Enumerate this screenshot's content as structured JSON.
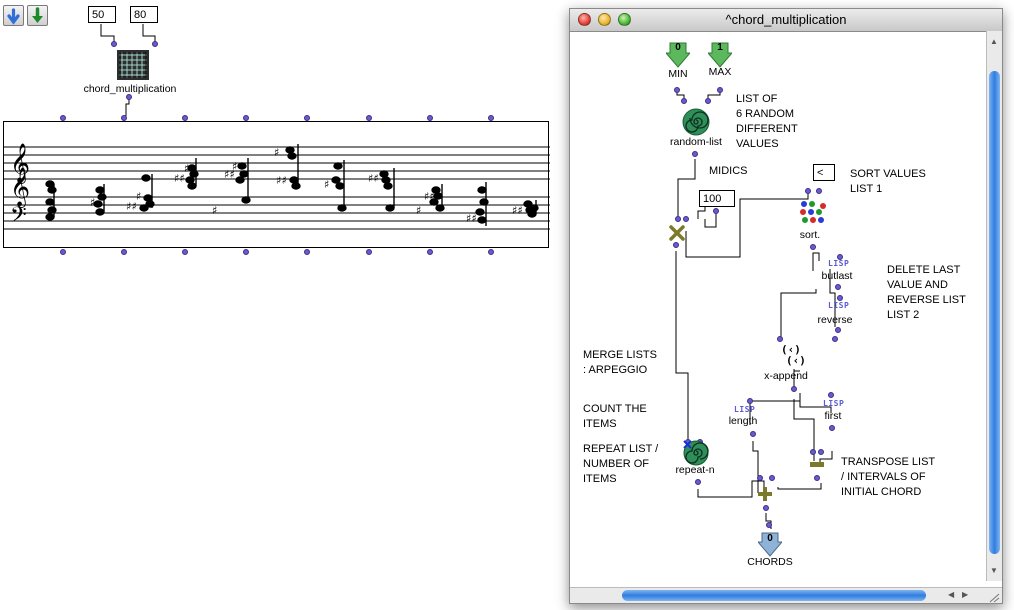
{
  "toolbar": {
    "up_icon": "blue-up-arrow-icon",
    "down_icon": "green-down-arrow-icon"
  },
  "main_patch": {
    "input_a": "50",
    "input_b": "80",
    "box_label": "chord_multiplication"
  },
  "window": {
    "title": "^chord_multiplication",
    "min_value": "0",
    "min_label": "MIN",
    "max_value": "1",
    "max_label": "MAX",
    "random_list_label": "random-list",
    "random_comment": "LIST OF\n6 RANDOM\nDIFFERENT\nVALUES",
    "midics_comment": "MIDICS",
    "mult_value": "100",
    "sort_operator": "<",
    "sort_label": "sort.",
    "sort_comment": "SORT VALUES\nLIST 1",
    "butlast_label": "butlast",
    "reverse_label": "reverse",
    "delete_comment": "DELETE LAST\nVALUE AND\nREVERSE LIST\nLIST 2",
    "xappend_label": "x-append",
    "merge_comment": "MERGE LISTS\n: ARPEGGIO",
    "count_comment": "COUNT THE\nITEMS",
    "length_label": "length",
    "first_label": "first",
    "repeat_comment": "REPEAT LIST /\nNUMBER OF\nITEMS",
    "repeatn_label": "repeat-n",
    "transpose_comment": "TRANSPOSE LIST\n/ INTERVALS OF\nINITIAL CHORD",
    "out_value": "0",
    "out_label": "CHORDS",
    "lisp_tag": "LISP"
  },
  "colors": {
    "accent_blue": "#2f7de0",
    "inlet": "#6a5acd",
    "green_arrow": "#5cb85c",
    "olive": "#7a7a2a"
  }
}
